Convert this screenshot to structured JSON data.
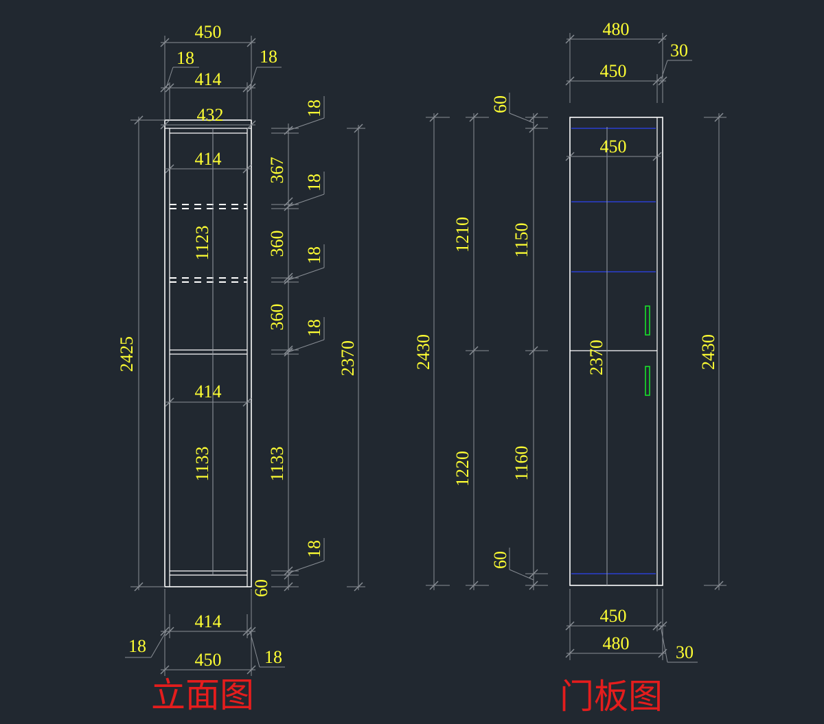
{
  "colors": {
    "background": "#212830",
    "dimension_text": "#ffff33",
    "title_text": "#e41d1d",
    "handle": "#18e02b",
    "door_line": "#2b3fd1"
  },
  "elevation": {
    "title": "立面图",
    "top": {
      "overall": "450",
      "side_left": "18",
      "side_right": "18",
      "inner": "414",
      "top_panel": "432"
    },
    "inner_widths": [
      "414",
      "414"
    ],
    "inner_heights": [
      "1123",
      "1133"
    ],
    "left_total": "2425",
    "right_segments": [
      "18",
      "367",
      "18",
      "360",
      "18",
      "360",
      "18",
      "1133",
      "18",
      "60"
    ],
    "right_total": "2370",
    "bottom": {
      "inner": "414",
      "side_left": "18",
      "overall": "450",
      "side_right": "18"
    }
  },
  "door": {
    "title": "门板图",
    "top": {
      "overall": "480",
      "edge": "30",
      "width": "450"
    },
    "inner_width": "450",
    "left_total": "2430",
    "left_upper": "1210",
    "left_lower": "1220",
    "top_gap": "60",
    "mid_upper": "1150",
    "mid_lower": "1160",
    "bottom_gap": "60",
    "center_height": "2370",
    "right_total": "2430",
    "bottom": {
      "width": "450",
      "overall": "480",
      "edge": "30"
    }
  }
}
